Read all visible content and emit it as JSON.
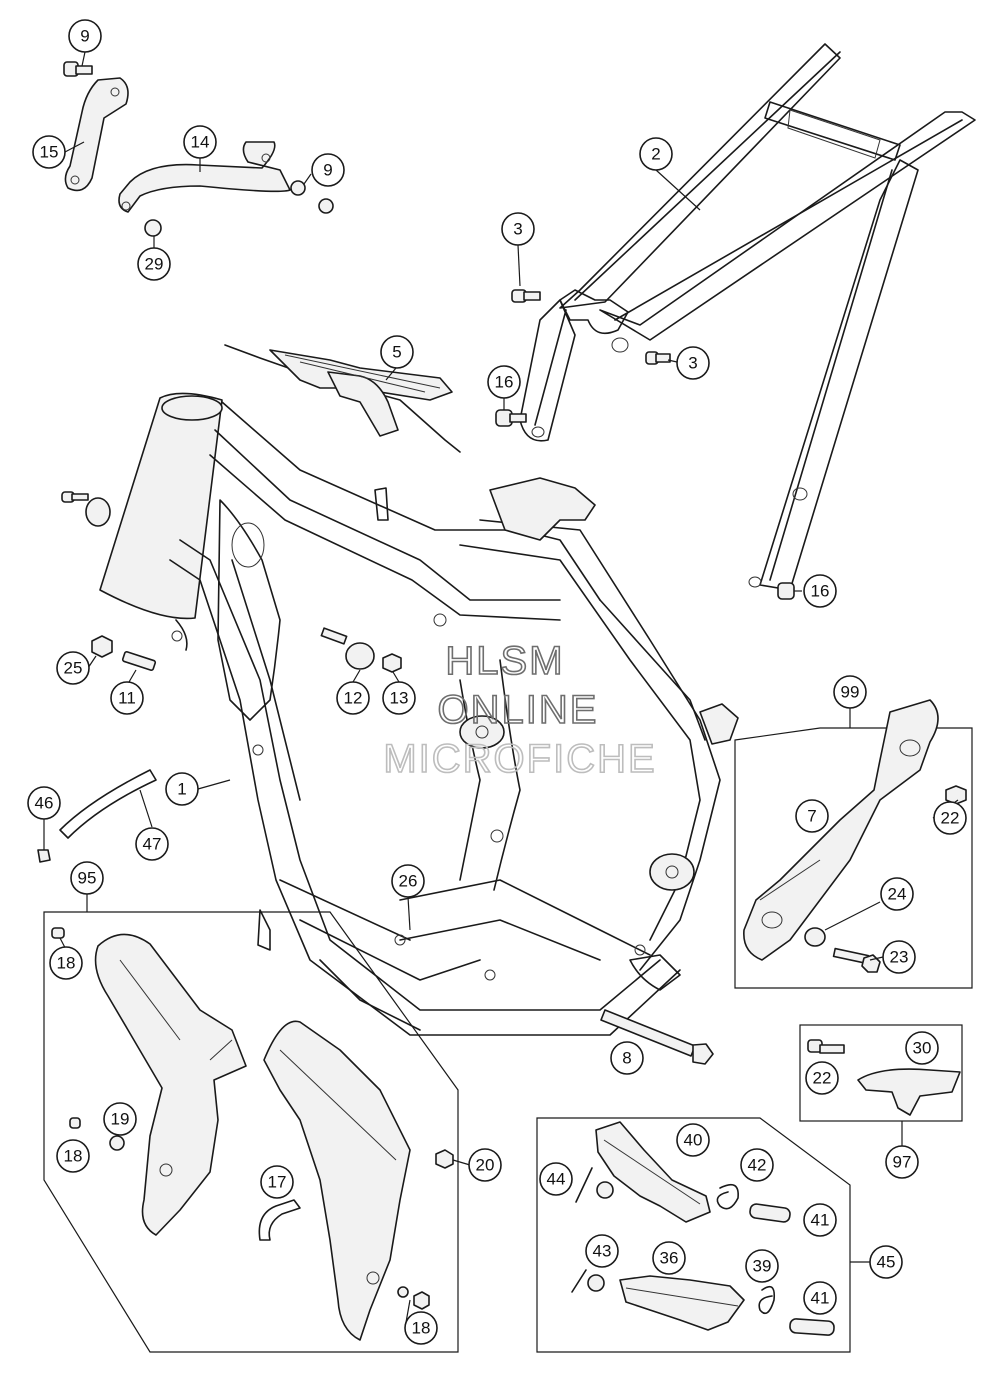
{
  "watermark": {
    "line1": "HLSM",
    "line2": "ONLINE",
    "line3": "MICROFICHE"
  },
  "callouts": [
    {
      "id": "c9a",
      "label": "9"
    },
    {
      "id": "c15",
      "label": "15"
    },
    {
      "id": "c14",
      "label": "14"
    },
    {
      "id": "c9b",
      "label": "9"
    },
    {
      "id": "c29",
      "label": "29"
    },
    {
      "id": "c2",
      "label": "2"
    },
    {
      "id": "c3a",
      "label": "3"
    },
    {
      "id": "c3b",
      "label": "3"
    },
    {
      "id": "c5",
      "label": "5"
    },
    {
      "id": "c16a",
      "label": "16"
    },
    {
      "id": "c16b",
      "label": "16"
    },
    {
      "id": "c25",
      "label": "25"
    },
    {
      "id": "c11",
      "label": "11"
    },
    {
      "id": "c12",
      "label": "12"
    },
    {
      "id": "c13",
      "label": "13"
    },
    {
      "id": "c1",
      "label": "1"
    },
    {
      "id": "c46",
      "label": "46"
    },
    {
      "id": "c47",
      "label": "47"
    },
    {
      "id": "c95",
      "label": "95"
    },
    {
      "id": "c26",
      "label": "26"
    },
    {
      "id": "c99",
      "label": "99"
    },
    {
      "id": "c7",
      "label": "7"
    },
    {
      "id": "c22a",
      "label": "22"
    },
    {
      "id": "c24",
      "label": "24"
    },
    {
      "id": "c23",
      "label": "23"
    },
    {
      "id": "c18a",
      "label": "18"
    },
    {
      "id": "c8",
      "label": "8"
    },
    {
      "id": "c30",
      "label": "30"
    },
    {
      "id": "c22b",
      "label": "22"
    },
    {
      "id": "c97",
      "label": "97"
    },
    {
      "id": "c19",
      "label": "19"
    },
    {
      "id": "c18b",
      "label": "18"
    },
    {
      "id": "c20",
      "label": "20"
    },
    {
      "id": "c17",
      "label": "17"
    },
    {
      "id": "c40",
      "label": "40"
    },
    {
      "id": "c44",
      "label": "44"
    },
    {
      "id": "c42",
      "label": "42"
    },
    {
      "id": "c41a",
      "label": "41"
    },
    {
      "id": "c45",
      "label": "45"
    },
    {
      "id": "c43",
      "label": "43"
    },
    {
      "id": "c36",
      "label": "36"
    },
    {
      "id": "c39",
      "label": "39"
    },
    {
      "id": "c41b",
      "label": "41"
    },
    {
      "id": "c18c",
      "label": "18"
    }
  ]
}
